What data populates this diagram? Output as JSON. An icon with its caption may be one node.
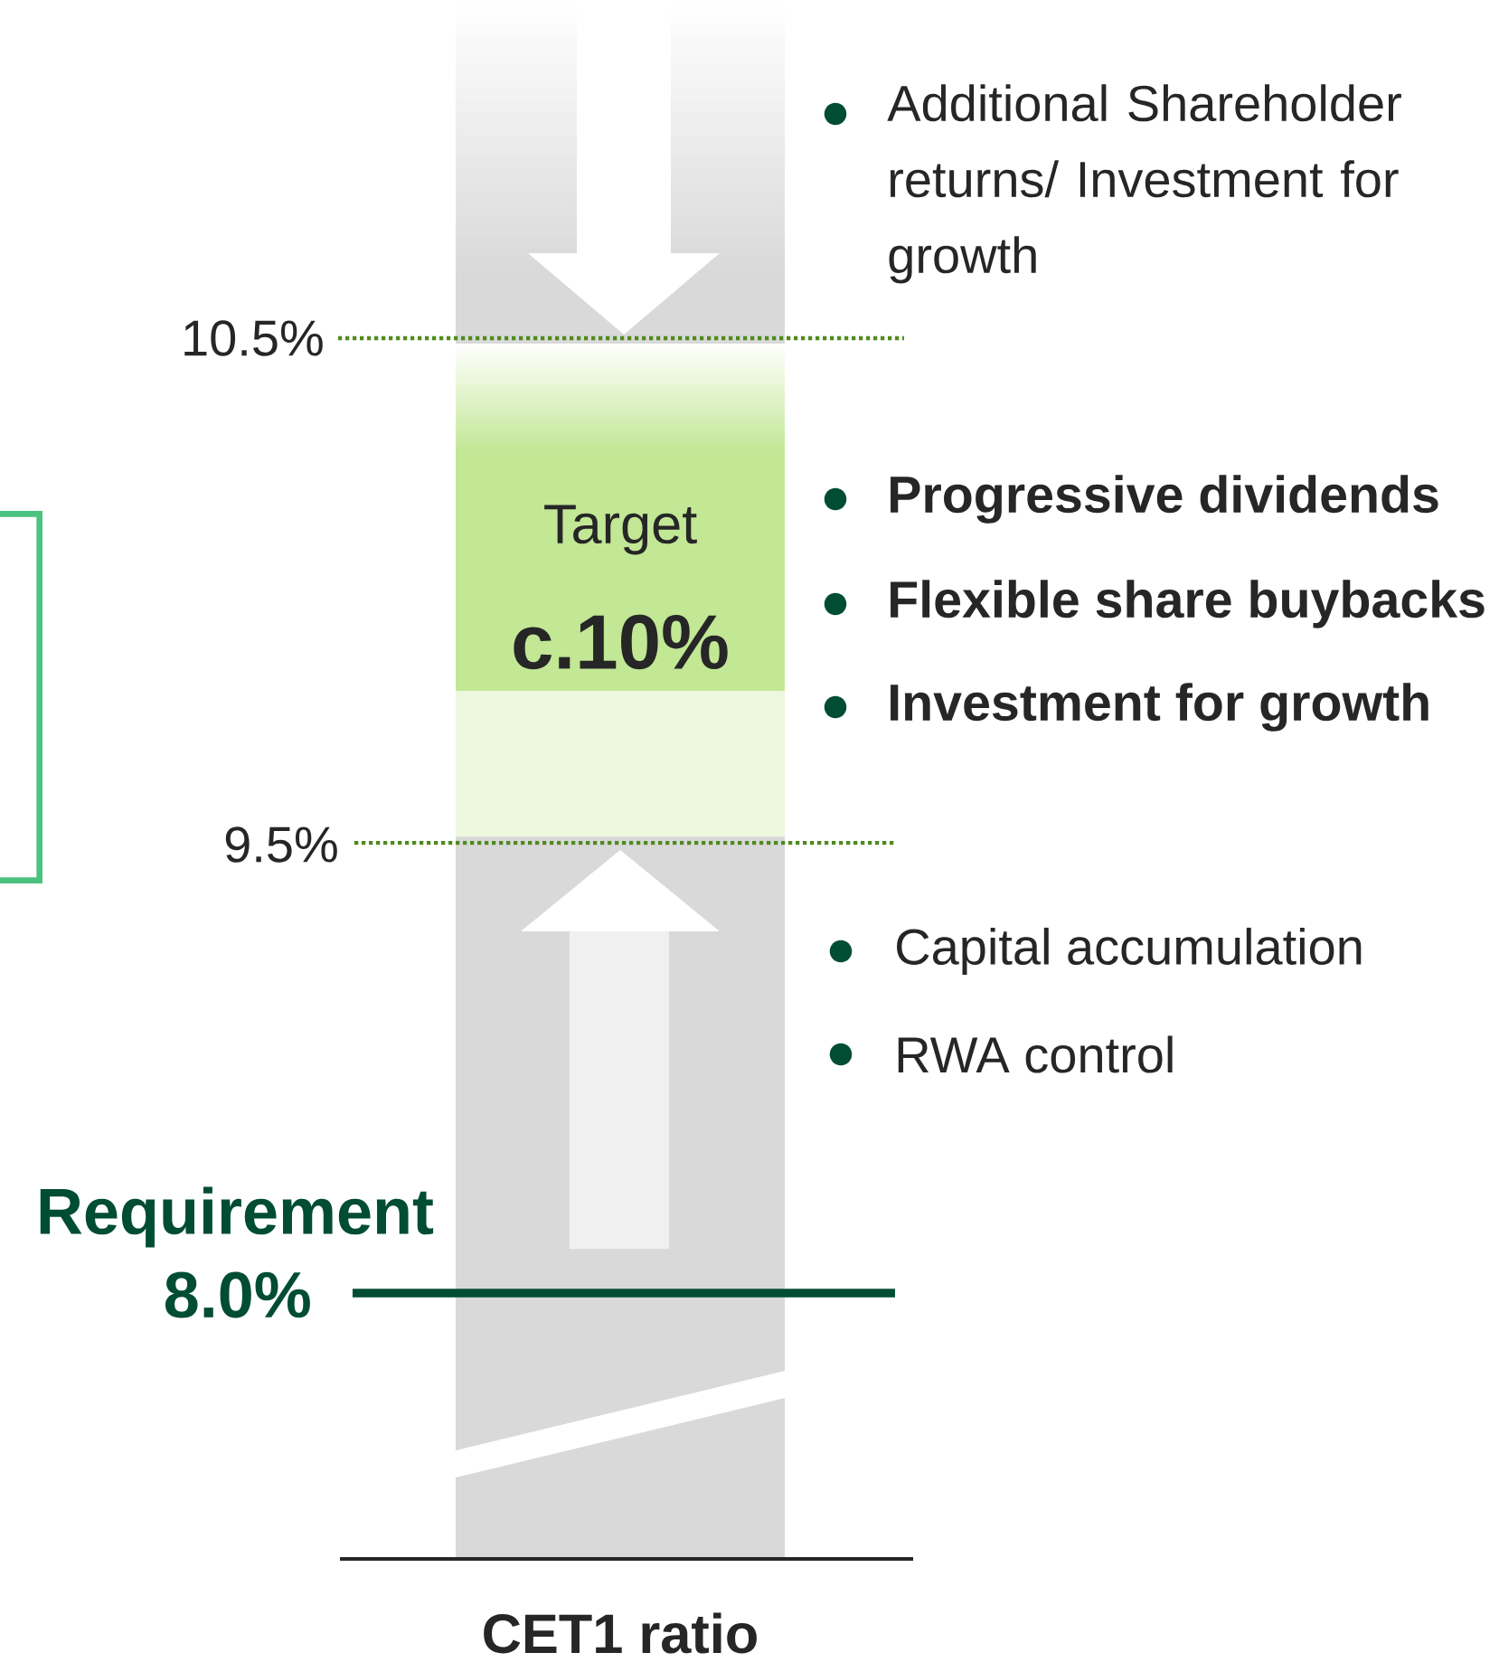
{
  "diagram": {
    "nodes": [
      {
        "text": [
          "Target",
          "c.10%"
        ]
      },
      {
        "text": [],
        "shape": "box"
      }
    ],
    "edges": [],
    "labels": [
      "Additional Shareholder returns/ Investment for growth",
      "10.5%",
      "Progressive dividends",
      "Flexible share buybacks",
      "Investment for growth",
      "9.5%",
      "Capital accumulation",
      "RWA control",
      "Requirement",
      "8.0%",
      "CET1 ratio"
    ]
  }
}
